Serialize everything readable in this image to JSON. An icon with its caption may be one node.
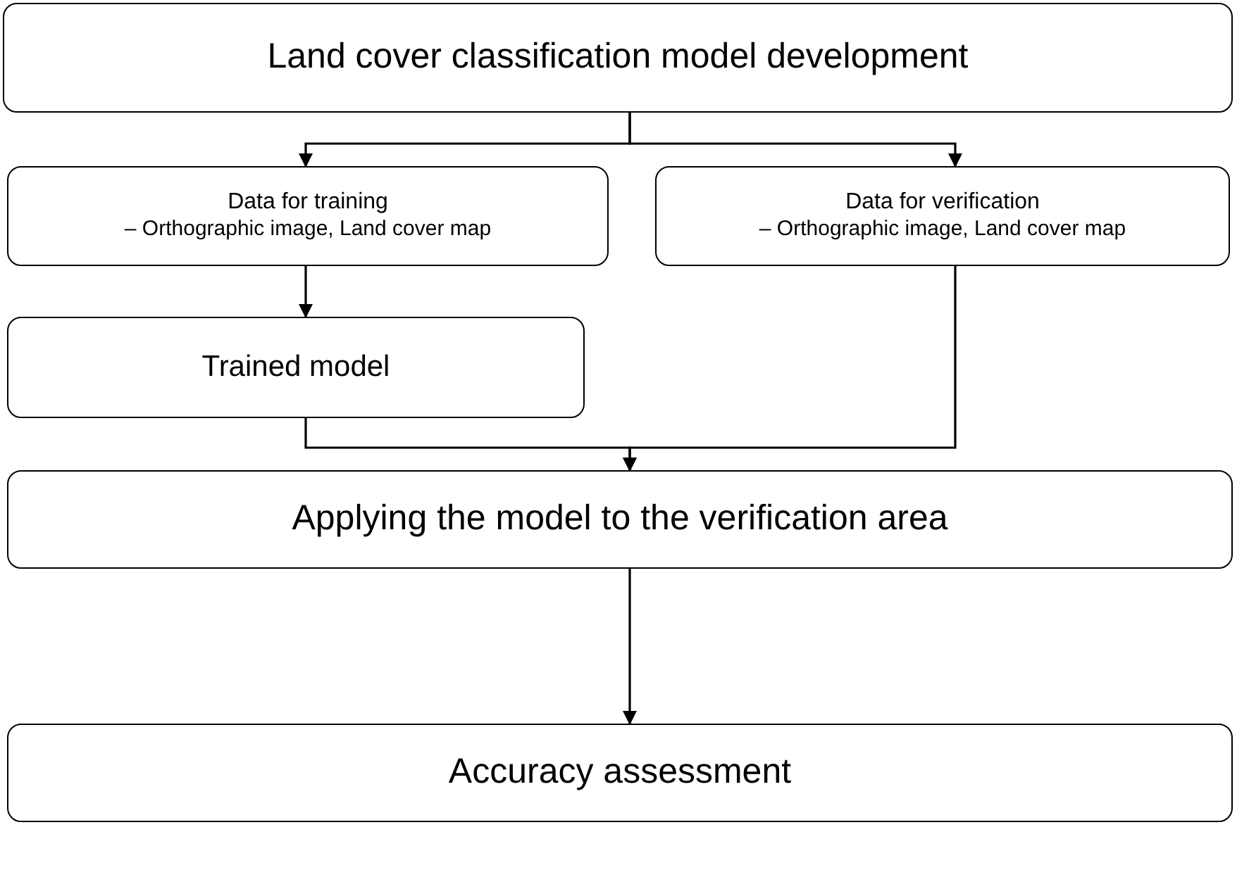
{
  "diagram": {
    "nodes": [
      {
        "text": [
          "Land cover classification model development"
        ]
      },
      {
        "text": [
          "Data for training",
          "– Orthographic image, Land cover map"
        ]
      },
      {
        "text": [
          "Data for verification",
          "– Orthographic image, Land cover map"
        ]
      },
      {
        "text": [
          "Trained model"
        ]
      },
      {
        "text": [
          "Applying the model to the verification area"
        ]
      },
      {
        "text": [
          "Accuracy assessment"
        ]
      }
    ],
    "edges": [
      {
        "from": 0,
        "to": 1,
        "arrow": "to"
      },
      {
        "from": 0,
        "to": 2,
        "arrow": "to"
      },
      {
        "from": 1,
        "to": 3,
        "arrow": "to"
      },
      {
        "from": 3,
        "to": 4,
        "arrow": "to"
      },
      {
        "from": 2,
        "to": 4,
        "arrow": "to"
      },
      {
        "from": 4,
        "to": 5,
        "arrow": "to"
      }
    ]
  }
}
